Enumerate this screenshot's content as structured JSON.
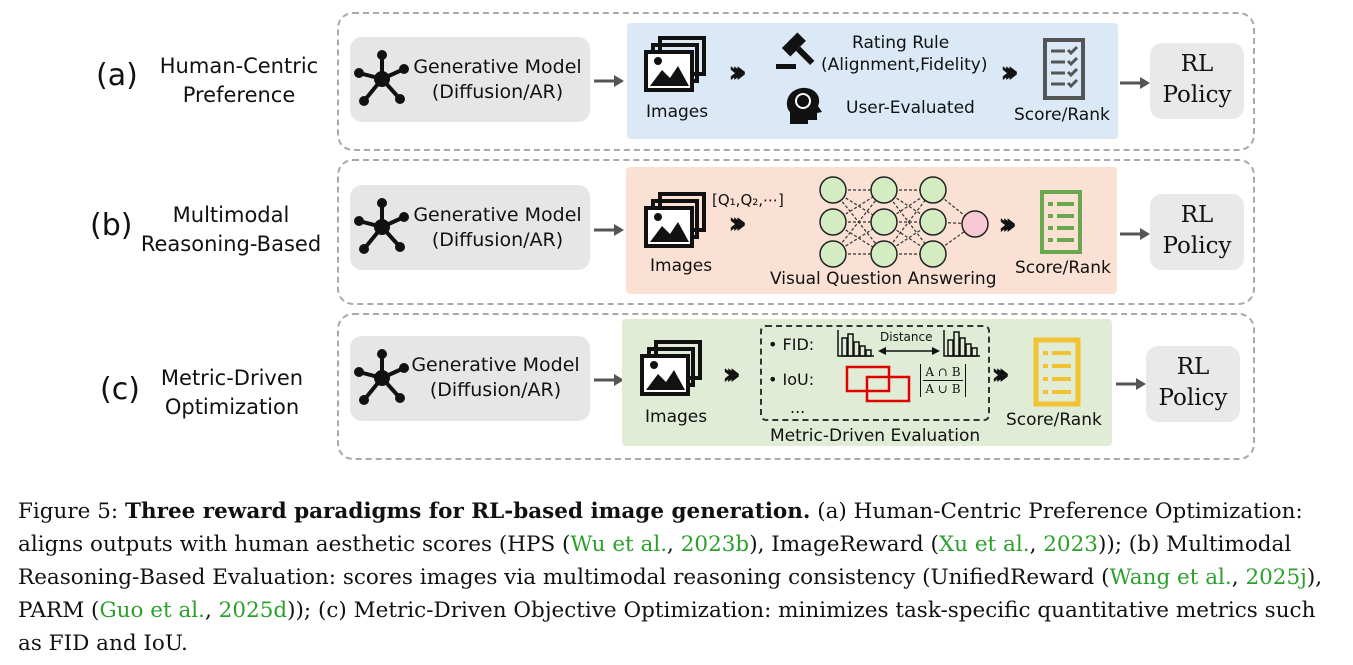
{
  "rows": [
    {
      "letter": "(a)",
      "title_line1": "Human-Centric",
      "title_line2": "Preference",
      "gen_line1": "Generative Model",
      "gen_line2": "(Diffusion/AR)",
      "images_label": "Images",
      "rating_line1": "Rating Rule",
      "rating_line2": "(Alignment,Fidelity)",
      "user_label": "User-Evaluated",
      "score_label": "Score/Rank",
      "rl_line1": "RL",
      "rl_line2": "Policy",
      "region_color": "#dbe8f5",
      "doc_color": "#555555"
    },
    {
      "letter": "(b)",
      "title_line1": "Multimodal",
      "title_line2": "Reasoning-Based",
      "gen_line1": "Generative Model",
      "gen_line2": "(Diffusion/AR)",
      "images_label": "Images",
      "question_label": "[Q₁,Q₂,⋯]",
      "vqa_label": "Visual Question Answering",
      "score_label": "Score/Rank",
      "rl_line1": "RL",
      "rl_line2": "Policy",
      "region_color": "#fbe0d4",
      "doc_color": "#6aa84f"
    },
    {
      "letter": "(c)",
      "title_line1": "Metric-Driven",
      "title_line2": "Optimization",
      "gen_line1": "Generative Model",
      "gen_line2": "(Diffusion/AR)",
      "images_label": "Images",
      "fid_label": "• FID:",
      "distance_label": "Distance",
      "iou_label": "• IoU:",
      "iou_num": "A ∩ B",
      "iou_den": "A ∪ B",
      "ellipsis": "...",
      "metric_label": "Metric-Driven Evaluation",
      "score_label": "Score/Rank",
      "rl_line1": "RL",
      "rl_line2": "Policy",
      "region_color": "#e0ecd6",
      "doc_color": "#f1c232"
    }
  ],
  "caption": {
    "prefix": "Figure 5: ",
    "bold": "Three reward paradigms for RL-based image generation.",
    "t1": " (a) Human-Centric Preference Optimization: aligns outputs with human aesthetic scores (HPS (",
    "c1a": "Wu et al.",
    "t2": ", ",
    "c1b": "2023b",
    "t3": "), ImageReward (",
    "c2a": "Xu et al.",
    "t4": ", ",
    "c2b": "2023",
    "t5": ")); (b) Multimodal Reasoning-Based Evaluation: scores images via multimodal reasoning consistency (UnifiedReward (",
    "c3a": "Wang et al.",
    "t6": ", ",
    "c3b": "2025j",
    "t7": "), PARM (",
    "c4a": "Guo et al.",
    "t8": ", ",
    "c4b": "2025d",
    "t9": ")); (c) Metric-Driven Objective Optimization: minimizes task-specific quantitative metrics such as FID and IoU."
  },
  "icons": [
    "network-icon",
    "images-icon",
    "gavel-icon",
    "brain-head-icon",
    "checklist-icon",
    "neural-network-icon",
    "histogram-icon",
    "bbox-overlap-icon",
    "arrow-icon",
    "chevrons-icon"
  ]
}
